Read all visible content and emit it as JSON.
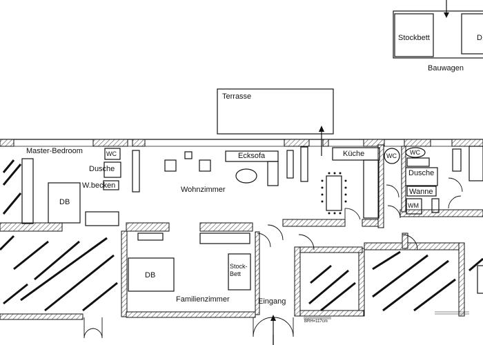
{
  "labels": {
    "stockbett_top": "Stockbett",
    "bauwagen": "Bauwagen",
    "bauwagen_partial": "D",
    "terrasse": "Terrasse",
    "master_bedroom": "Master-Bedroom",
    "wc_left": "WC",
    "dusche_left": "Dusche",
    "wbecken": "W.becken",
    "db_master": "DB",
    "ecksofa": "Ecksofa",
    "wohnzimmer": "Wohnzimmer",
    "kueche": "Küche",
    "wc_mid": "WC",
    "wc_right": "WC",
    "dusche_right": "Dusche",
    "wanne": "Wanne",
    "wm": "WM",
    "db_family": "DB",
    "stock": "Stock-",
    "bett": "Bett",
    "familienzimmer": "Familienzimmer",
    "eingang": "Eingang",
    "brh": "BRH=117cm"
  },
  "colors": {
    "line": "#111111",
    "hatch": "#6a6a6a"
  }
}
